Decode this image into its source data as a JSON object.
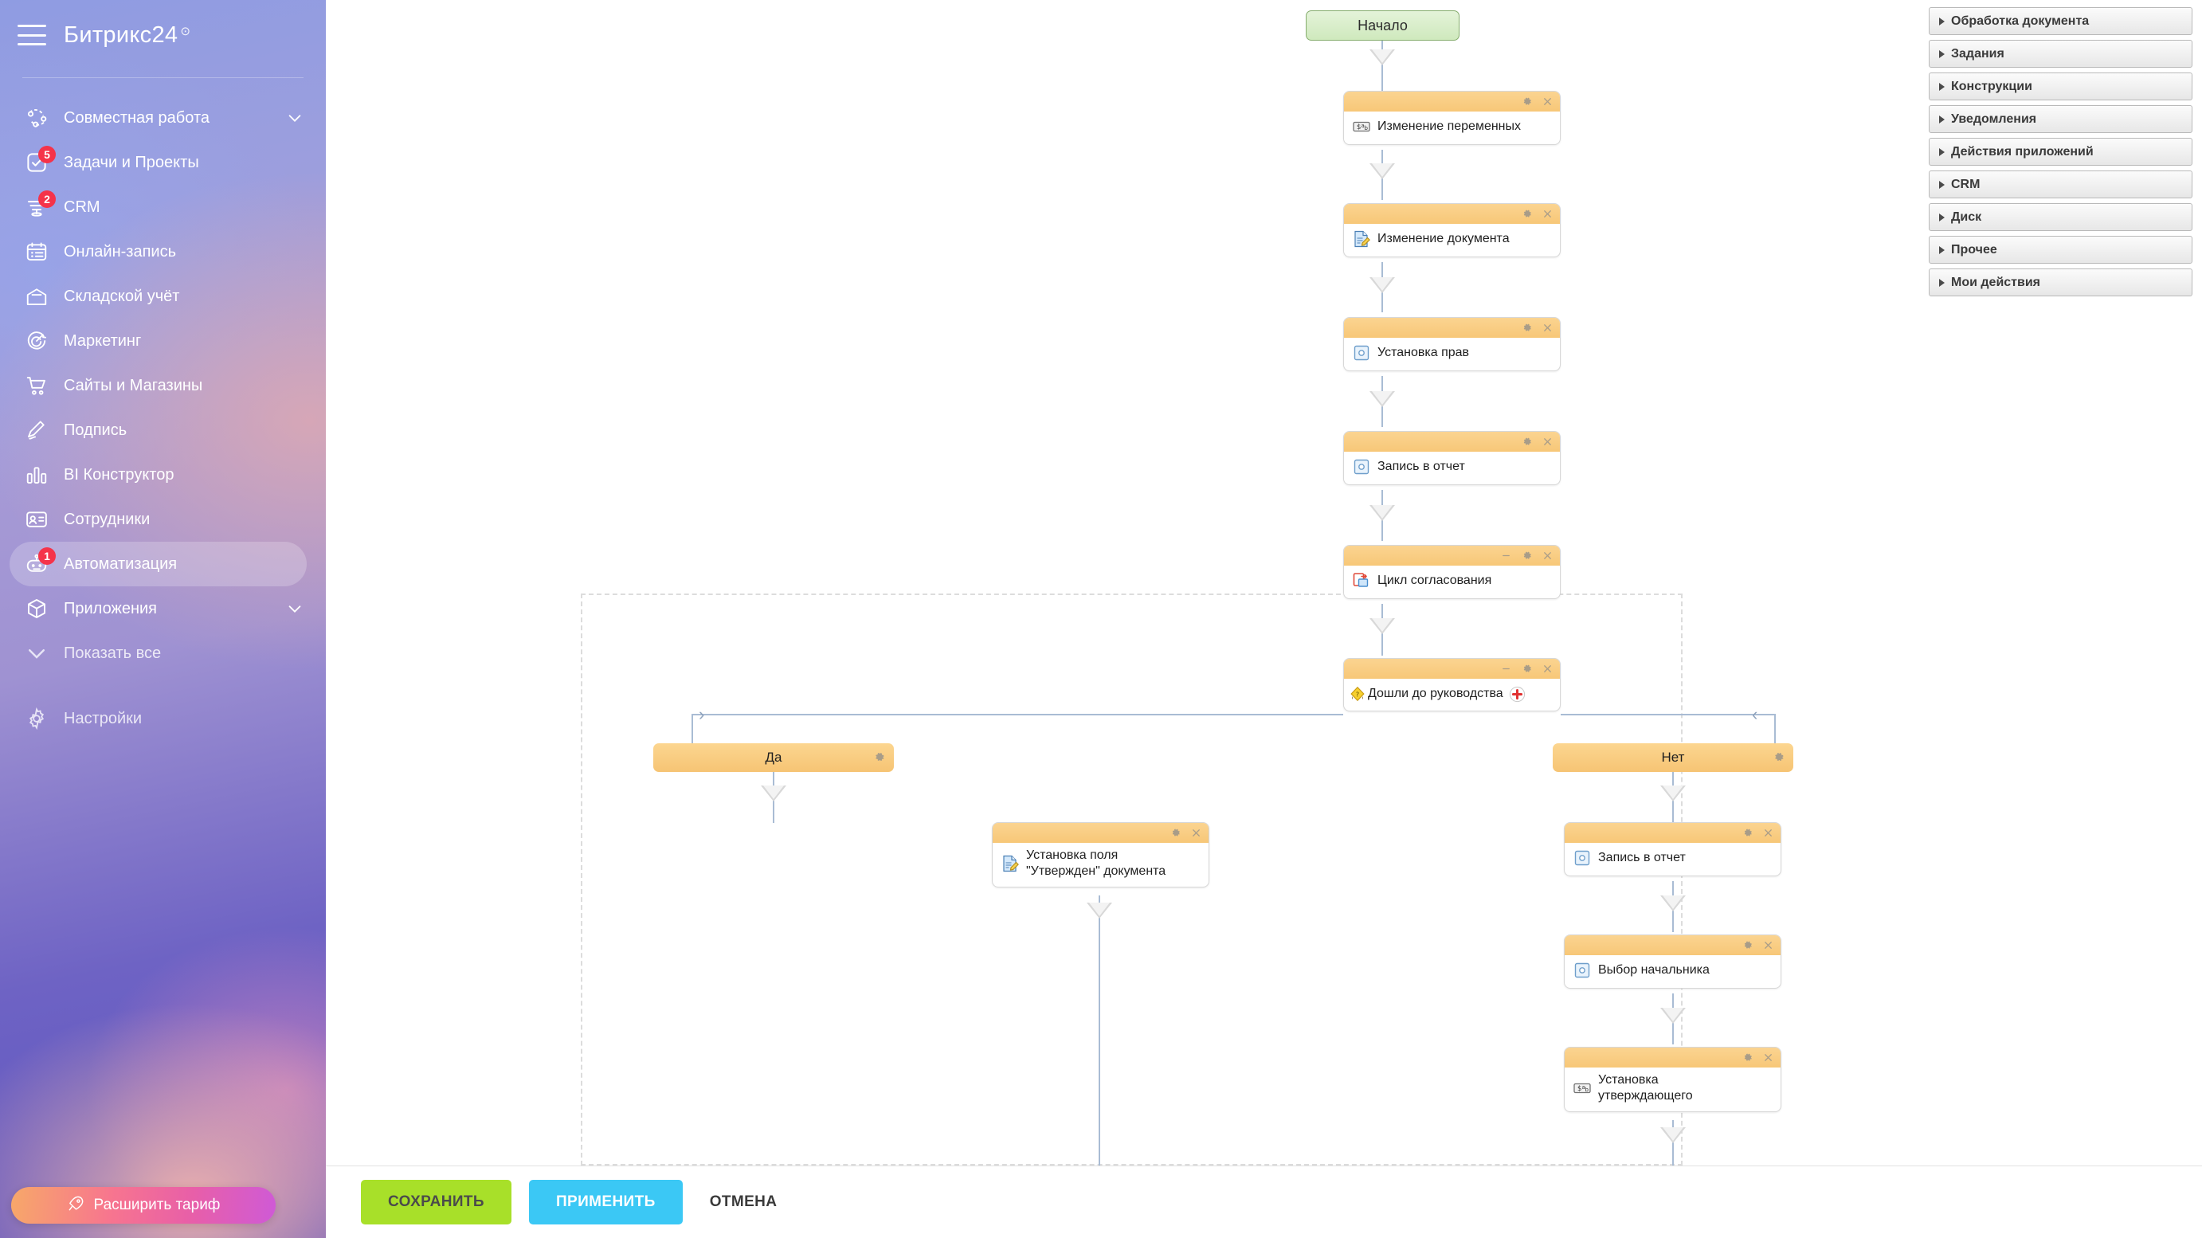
{
  "sidebar": {
    "brand": "Битрикс24",
    "brand_mark": "⊙",
    "items": [
      {
        "label": "Совместная работа",
        "icon": "collaboration-icon",
        "badge": null,
        "chevron": true,
        "active": false
      },
      {
        "label": "Задачи и Проекты",
        "icon": "tasks-icon",
        "badge": "5",
        "chevron": false,
        "active": false
      },
      {
        "label": "CRM",
        "icon": "crm-icon",
        "badge": "2",
        "chevron": false,
        "active": false
      },
      {
        "label": "Онлайн-запись",
        "icon": "online-booking-icon",
        "badge": null,
        "chevron": false,
        "active": false
      },
      {
        "label": "Складской учёт",
        "icon": "warehouse-icon",
        "badge": null,
        "chevron": false,
        "active": false
      },
      {
        "label": "Маркетинг",
        "icon": "marketing-icon",
        "badge": null,
        "chevron": false,
        "active": false
      },
      {
        "label": "Сайты и Магазины",
        "icon": "sites-shops-icon",
        "badge": null,
        "chevron": false,
        "active": false
      },
      {
        "label": "Подпись",
        "icon": "signature-icon",
        "badge": null,
        "chevron": false,
        "active": false
      },
      {
        "label": "BI Конструктор",
        "icon": "bi-builder-icon",
        "badge": null,
        "chevron": false,
        "active": false
      },
      {
        "label": "Сотрудники",
        "icon": "employees-icon",
        "badge": null,
        "chevron": false,
        "active": false
      },
      {
        "label": "Автоматизация",
        "icon": "automation-icon",
        "badge": "1",
        "chevron": false,
        "active": true
      },
      {
        "label": "Приложения",
        "icon": "apps-icon",
        "badge": null,
        "chevron": true,
        "active": false
      },
      {
        "label": "Показать все",
        "icon": "chevron-down-icon",
        "badge": null,
        "chevron": false,
        "active": false
      },
      {
        "label": "Настройки",
        "icon": "gear-icon",
        "badge": null,
        "chevron": false,
        "active": false
      }
    ],
    "upgrade_label": "Расширить тариф",
    "upgrade_icon": "rocket-icon"
  },
  "workflow": {
    "start_label": "Начало",
    "nodes": [
      {
        "id": "vars",
        "title": "Изменение переменных",
        "icon": "variables-icon",
        "minimize": false
      },
      {
        "id": "doc",
        "title": "Изменение документа",
        "icon": "edit-document-icon",
        "minimize": false
      },
      {
        "id": "rights",
        "title": "Установка прав",
        "icon": "permissions-icon",
        "minimize": false
      },
      {
        "id": "report1",
        "title": "Запись в отчет",
        "icon": "report-icon",
        "minimize": false
      },
      {
        "id": "cycle",
        "title": "Цикл согласования",
        "icon": "loop-icon",
        "minimize": true
      },
      {
        "id": "condition",
        "title": "Дошли до руководства",
        "icon": "condition-icon",
        "minimize": true,
        "plus": true
      },
      {
        "id": "setfield",
        "title": "Установка поля\n\"Утвержден\" документа",
        "icon": "edit-document-icon",
        "minimize": false
      },
      {
        "id": "report2",
        "title": "Запись в отчет",
        "icon": "report-icon",
        "minimize": false
      },
      {
        "id": "chief",
        "title": "Выбор начальника",
        "icon": "report-icon",
        "minimize": false
      },
      {
        "id": "approver",
        "title": "Установка\nутверждающего",
        "icon": "variables-icon",
        "minimize": false
      }
    ],
    "branches": [
      {
        "id": "yes",
        "label": "Да"
      },
      {
        "id": "no",
        "label": "Нет"
      }
    ]
  },
  "right_panel": {
    "groups": [
      {
        "label": "Обработка документа"
      },
      {
        "label": "Задания"
      },
      {
        "label": "Конструкции"
      },
      {
        "label": "Уведомления"
      },
      {
        "label": "Действия приложений"
      },
      {
        "label": "CRM"
      },
      {
        "label": "Диск"
      },
      {
        "label": "Прочее"
      },
      {
        "label": "Мои действия"
      }
    ]
  },
  "bottom_bar": {
    "save": "СОХРАНИТЬ",
    "apply": "ПРИМЕНИТЬ",
    "cancel": "ОТМЕНА"
  },
  "colors": {
    "save_green": "#a8e029",
    "apply_blue": "#3bc8f5",
    "node_header": "#f7c778",
    "start_green": "#cfe9bd",
    "badge_red": "#f5334a"
  }
}
